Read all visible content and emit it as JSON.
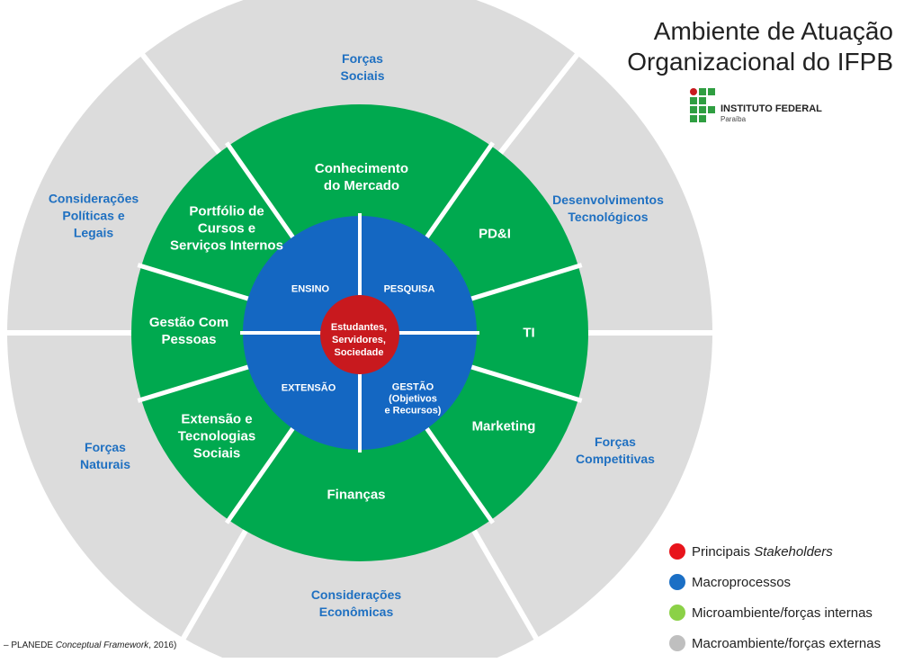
{
  "title": {
    "line1": "Ambiente de Atuação",
    "line2": "Organizacional do IFPB"
  },
  "logo": {
    "name": "INSTITUTO FEDERAL",
    "subtitle": "Paraíba"
  },
  "outer_ring": [
    {
      "lines": [
        "Forças",
        "Sociais"
      ]
    },
    {
      "lines": [
        "Desenvolvimentos",
        "Tecnológicos"
      ]
    },
    {
      "lines": [
        "Forças",
        "Competitivas"
      ]
    },
    {
      "lines": [
        "Considerações",
        "Econômicas"
      ]
    },
    {
      "lines": [
        "Forças",
        "Naturais"
      ]
    },
    {
      "lines": [
        "Considerações",
        "Políticas e",
        "Legais"
      ]
    }
  ],
  "green_ring": [
    {
      "lines": [
        "Conhecimento",
        "do Mercado"
      ]
    },
    {
      "lines": [
        "PD&I"
      ]
    },
    {
      "lines": [
        "TI"
      ]
    },
    {
      "lines": [
        "Marketing"
      ]
    },
    {
      "lines": [
        "Finanças"
      ]
    },
    {
      "lines": [
        "Extensão e",
        "Tecnologias",
        "Sociais"
      ]
    },
    {
      "lines": [
        "Gestão Com",
        "Pessoas"
      ]
    },
    {
      "lines": [
        "Portfólio de",
        "Cursos e",
        "Serviços Internos"
      ]
    }
  ],
  "blue_ring": [
    {
      "lines": [
        "ENSINO"
      ]
    },
    {
      "lines": [
        "PESQUISA"
      ]
    },
    {
      "lines": [
        "EXTENSÃO"
      ]
    },
    {
      "lines": [
        "GESTÃO",
        "(Objetivos",
        "e Recursos)"
      ]
    }
  ],
  "center": {
    "lines": [
      "Estudantes,",
      "Servidores,",
      "Sociedade"
    ]
  },
  "legend": [
    {
      "text": "Principais ",
      "italic": "Stakeholders",
      "color": "#e8141b"
    },
    {
      "text": "Macroprocessos",
      "italic": "",
      "color": "#1b6fc5"
    },
    {
      "text": "Microambiente/forças internas",
      "italic": "",
      "color": "#8bd147"
    },
    {
      "text": "Macroambiente/forças externas",
      "italic": "",
      "color": "#bfbfbf"
    }
  ],
  "citation": {
    "prefix": "– PLANEDE ",
    "italic": "Conceptual Framework",
    "suffix": ", 2016)"
  },
  "colors": {
    "outer": "#dcdcdc",
    "green": "#00a94f",
    "blue": "#1467c2",
    "red": "#c8191e",
    "divider": "#ffffff",
    "outer_text": "#1f70c1"
  }
}
